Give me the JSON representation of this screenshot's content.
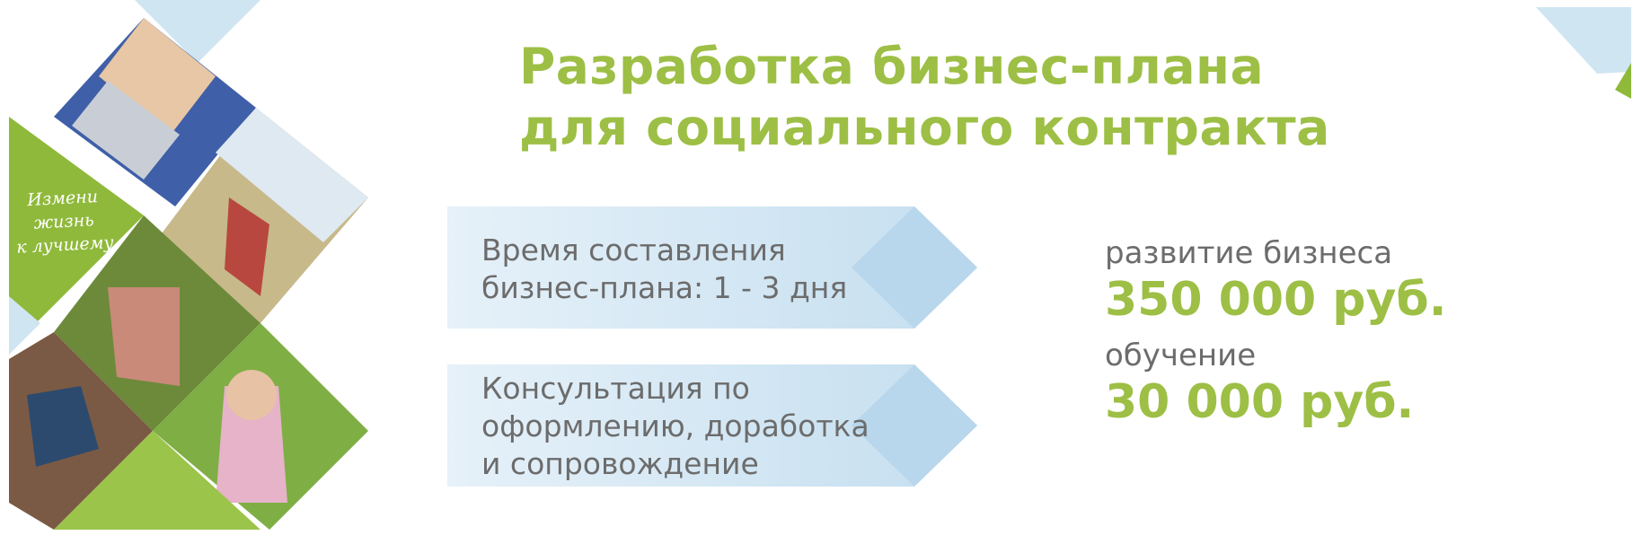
{
  "banner": {
    "title_line1": "Разработка бизнес-плана",
    "title_line2": "для социального контракта",
    "collage_slogan": [
      "Измени",
      "жизнь",
      "к лучшему"
    ],
    "info_boxes": [
      {
        "lines": [
          "Время составления",
          "бизнес-плана: 1 - 3 дня"
        ]
      },
      {
        "lines": [
          "Консультация по",
          "оформлению, доработка",
          "и сопровождение"
        ]
      }
    ],
    "prices": [
      {
        "label": "развитие бизнеса",
        "value": "350 000 руб."
      },
      {
        "label": "обучение",
        "value": "30 000 руб."
      }
    ]
  },
  "colors": {
    "accent_green": "#9dbf45",
    "light_blue": "#c9e1f0",
    "text_gray": "#6c6c6c"
  }
}
